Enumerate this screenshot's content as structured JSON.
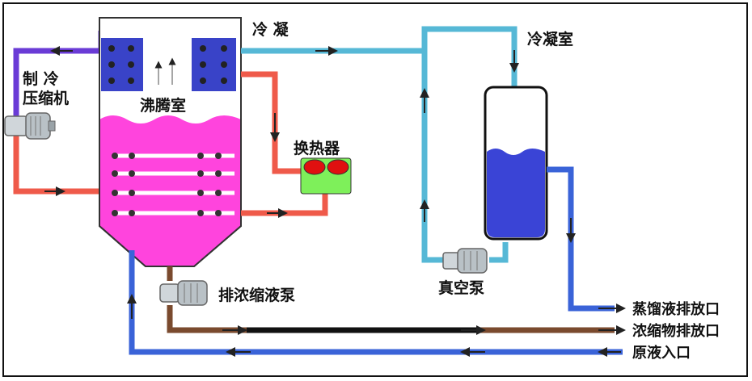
{
  "labels": {
    "condenser_coil": "冷 凝",
    "condenser_chamber": "冷凝室",
    "refrigeration_compressor_line1": "制  冷",
    "refrigeration_compressor_line2": "压缩机",
    "boiling_chamber": "沸腾室",
    "heat_exchanger": "换热器",
    "concentrate_pump": "排浓缩液泵",
    "vacuum_pump": "真空泵",
    "distillate_outlet": "蒸馏液排放口",
    "concentrate_outlet": "浓缩物排放口",
    "raw_liquid_inlet": "原液入口"
  },
  "colors": {
    "refrigerant_cold": "#6a3bd6",
    "refrigerant_hot": "#ef5a4a",
    "vapor": "#56b8d6",
    "liquid": "#3a63d8",
    "concentrate": "#7a4a2e",
    "concentrate_line": "#111111",
    "evaporator_body": "#ff44dd",
    "coil": "#3943c8",
    "heat_exchanger_body": "#7ef05a",
    "heat_exchanger_port": "#e01010",
    "tank_liquid": "#3a44d6"
  }
}
